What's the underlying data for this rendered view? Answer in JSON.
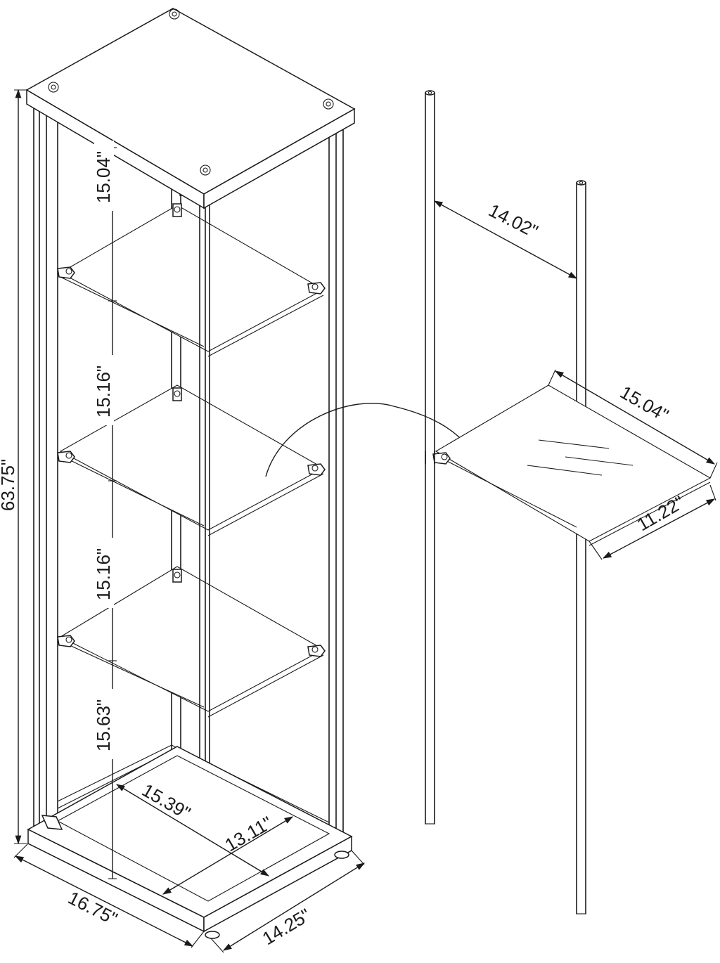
{
  "dimensions": {
    "overall_height": "63.75\"",
    "base_width": "16.75\"",
    "base_depth": "14.25\"",
    "shelf_gap_1": "15.04\"",
    "shelf_gap_2": "15.16\"",
    "shelf_gap_3": "15.16\"",
    "shelf_gap_4": "15.63\"",
    "inner_width": "15.39\"",
    "inner_depth": "13.11\"",
    "pole_spacing": "14.02\"",
    "shelf_width": "15.04\"",
    "shelf_depth": "11.22\""
  }
}
